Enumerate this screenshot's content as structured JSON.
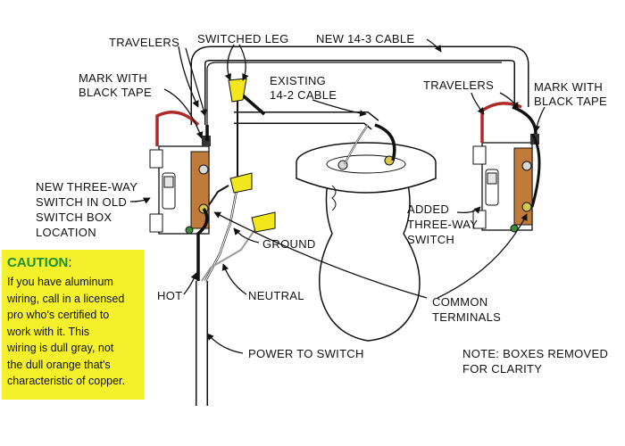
{
  "labels": {
    "travelers_left": "TRAVELERS",
    "switched_leg": "SWITCHED LEG",
    "new_cable": "NEW 14-3 CABLE",
    "mark_tape_left_1": "MARK WITH",
    "mark_tape_left_2": "BLACK TAPE",
    "existing_cable_1": "EXISTING",
    "existing_cable_2": "14-2 CABLE",
    "travelers_right": "TRAVELERS",
    "mark_tape_right_1": "MARK WITH",
    "mark_tape_right_2": "BLACK TAPE",
    "new_switch_1": "NEW THREE-WAY",
    "new_switch_2": "SWITCH IN OLD",
    "new_switch_3": "SWITCH BOX",
    "new_switch_4": "LOCATION",
    "added_switch_1": "ADDED",
    "added_switch_2": "THREE-WAY",
    "added_switch_3": "SWITCH",
    "ground": "GROUND",
    "hot": "HOT",
    "neutral": "NEUTRAL",
    "common_1": "COMMON",
    "common_2": "TERMINALS",
    "power": "POWER TO SWITCH",
    "note_1": "NOTE: BOXES REMOVED",
    "note_2": "FOR CLARITY"
  },
  "caution": {
    "title": "CAUTION",
    "colon": ":",
    "lines": [
      " If you have aluminum",
      "wiring, call in a licensed",
      "pro who's certified to",
      "work with it. This",
      "wiring is dull gray, not",
      "the dull orange that's",
      "characteristic of copper."
    ]
  },
  "colors": {
    "hot_wire": "#111111",
    "red_wire": "#b02828",
    "white_wire": "#ffffff",
    "bare_wire": "#d8d8d8",
    "wire_nut": "#f2e61c",
    "switch_terminal": "#c07a3a",
    "caution_bg": "#f4f02b",
    "caution_title": "#1a8f2a"
  }
}
